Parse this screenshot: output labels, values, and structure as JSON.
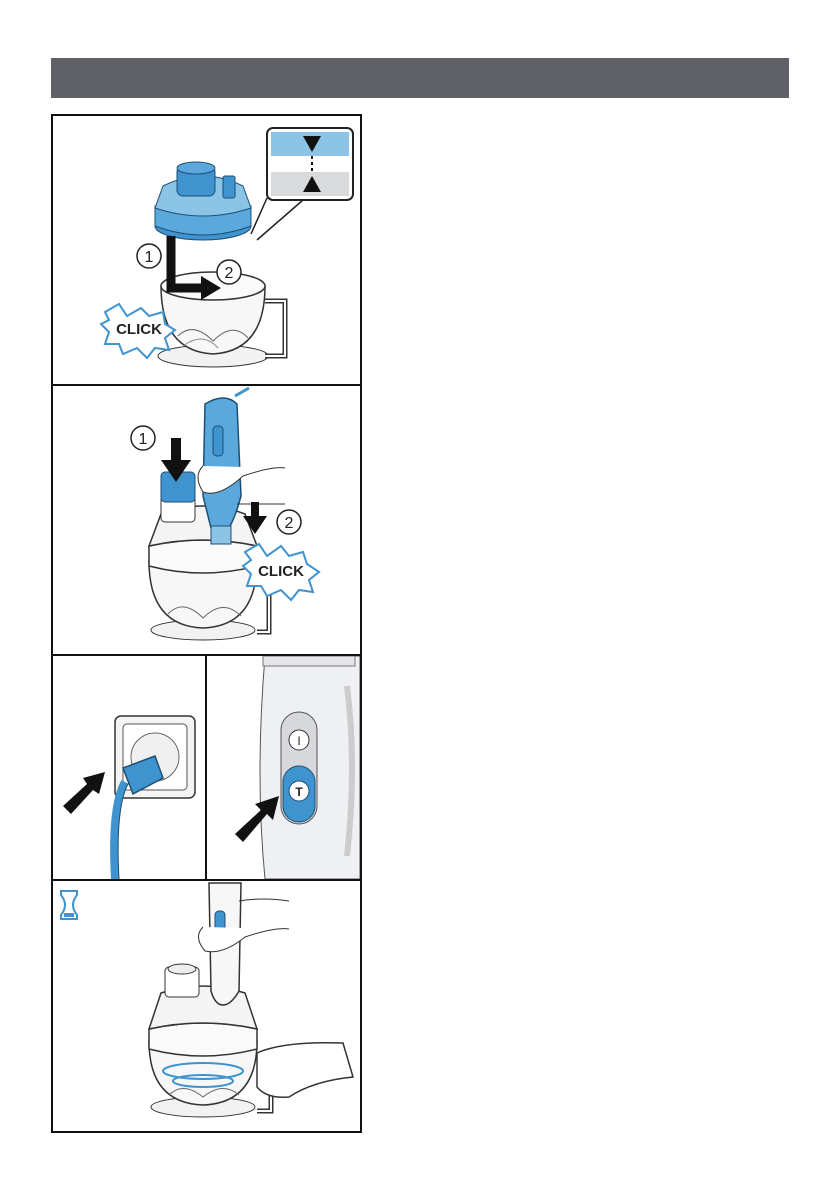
{
  "header": {
    "color": "#5f6166"
  },
  "colors": {
    "accent_blue": "#3f93cf",
    "light_blue": "#8cc4e8",
    "pale_blue": "#cfe6f5",
    "gray": "#d9dadc",
    "arrow": "#1a1a1a"
  },
  "panels": [
    {
      "id": "assemble-lid",
      "labels": {
        "step1": "1",
        "step2": "2",
        "click": "CLICK"
      },
      "icons": [
        "alignment-arrows-icon",
        "rotate-arrow-icon"
      ]
    },
    {
      "id": "attach-motor",
      "labels": {
        "step1": "1",
        "step2": "2",
        "click": "CLICK"
      },
      "icons": [
        "down-arrow-icon"
      ]
    },
    {
      "id": "plug-and-press",
      "icons": [
        "plug-icon",
        "socket-icon",
        "turbo-button-icon",
        "power-button-icon"
      ],
      "button_labels": {
        "on": "I",
        "turbo": "T"
      }
    },
    {
      "id": "chop",
      "icons": [
        "hourglass-icon"
      ]
    }
  ]
}
